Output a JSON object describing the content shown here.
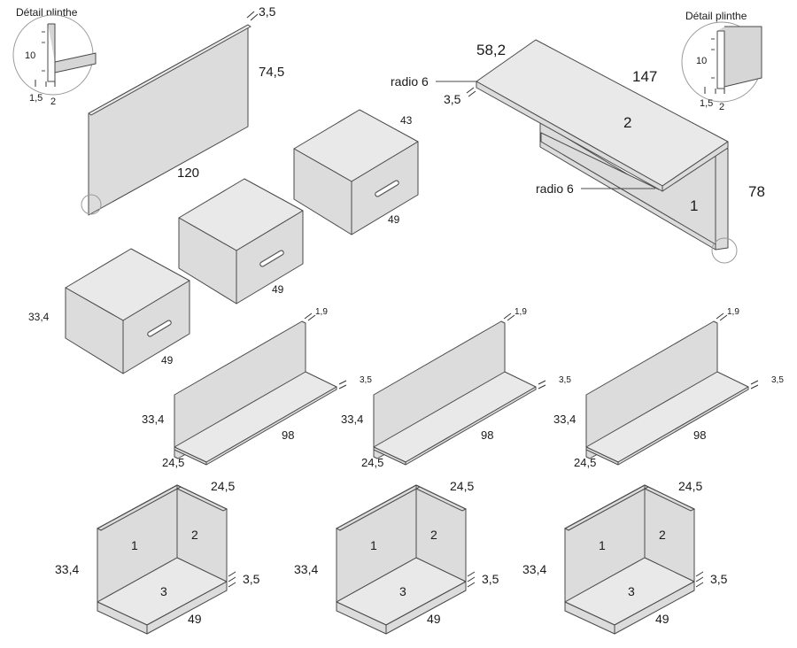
{
  "details": [
    {
      "title": "Détail plinthe",
      "d1": "10",
      "d2": "1,5",
      "d3": "2"
    },
    {
      "title": "Détail plinthe",
      "d1": "10",
      "d2": "1,5",
      "d3": "2"
    }
  ],
  "headboard": {
    "thickness": "3,5",
    "height": "74,5",
    "width": "120"
  },
  "desk": {
    "depth": "58,2",
    "length": "147",
    "height": "78",
    "thickness": "3,5",
    "radius_top": "radio 6",
    "radius_bottom": "radio 6",
    "part_top": "2",
    "part_side": "1"
  },
  "nightstands": [
    {
      "height": "",
      "depth": "43",
      "width": "49"
    },
    {
      "height": "",
      "depth": "",
      "width": "49"
    },
    {
      "height": "33,4",
      "depth": "",
      "width": "49"
    }
  ],
  "shelves": [
    {
      "thickness": "1,9",
      "base_thickness": "3,5",
      "height": "33,4",
      "depth": "24,5",
      "width": "98"
    },
    {
      "thickness": "1,9",
      "base_thickness": "3,5",
      "height": "33,4",
      "depth": "24,5",
      "width": "98"
    },
    {
      "thickness": "1,9",
      "base_thickness": "3,5",
      "height": "33,4",
      "depth": "24,5",
      "width": "98"
    }
  ],
  "corners": [
    {
      "depth": "24,5",
      "height": "33,4",
      "thickness": "3,5",
      "width": "49",
      "p1": "1",
      "p2": "2",
      "p3": "3"
    },
    {
      "depth": "24,5",
      "height": "33,4",
      "thickness": "3,5",
      "width": "49",
      "p1": "1",
      "p2": "2",
      "p3": "3"
    },
    {
      "depth": "24,5",
      "height": "33,4",
      "thickness": "3,5",
      "width": "49",
      "p1": "1",
      "p2": "2",
      "p3": "3"
    }
  ]
}
